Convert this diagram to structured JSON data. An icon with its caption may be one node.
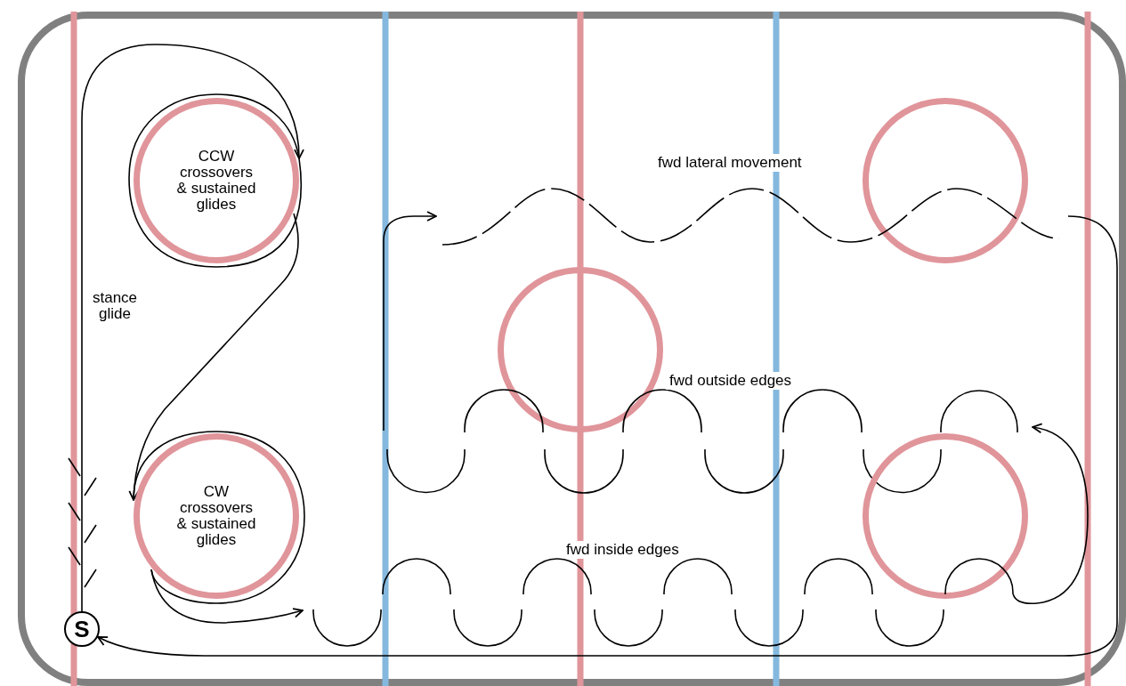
{
  "diagram": {
    "nodes": [
      {
        "text": [
          "CCW crossovers & sustained glides"
        ]
      },
      {
        "text": [],
        "shape": "circle"
      },
      {
        "text": [
          "fwd lateral movement"
        ]
      },
      {
        "text": [],
        "shape": "circle"
      },
      {
        "text": [
          "fwd outside edges"
        ]
      },
      {
        "text": [
          "CW crossovers & sustained glides"
        ]
      },
      {
        "text": [],
        "shape": "circle"
      },
      {
        "text": [
          "fwd inside edges"
        ]
      },
      {
        "text": [
          "S"
        ]
      }
    ],
    "edges": [
      {
        "from": 8,
        "to": 0,
        "arrow": "to",
        "label": "stance glide"
      },
      {
        "from": 0,
        "to": 5,
        "arrow": "to"
      },
      {
        "from": 5,
        "to": 7,
        "arrow": "to"
      },
      {
        "from": 7,
        "to": 4,
        "arrow": "to"
      },
      {
        "from": 4,
        "to": 2,
        "arrow": "to"
      },
      {
        "from": 2,
        "to": 8,
        "arrow": "to"
      }
    ]
  }
}
